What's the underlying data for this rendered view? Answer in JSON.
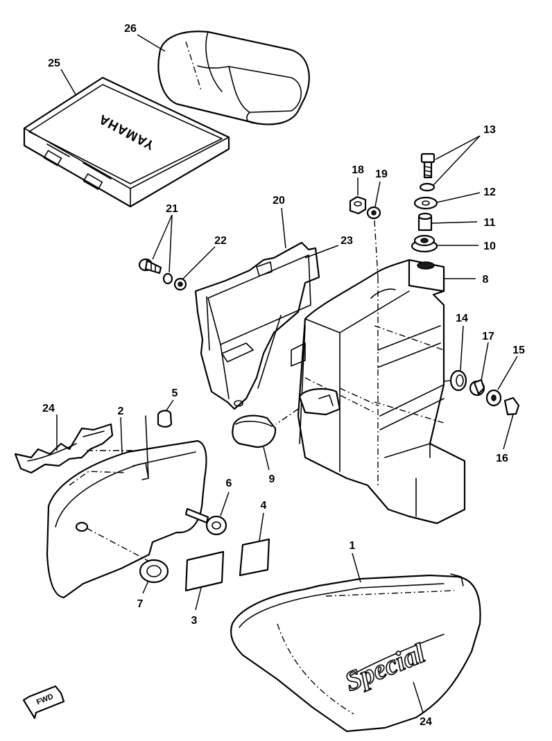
{
  "callouts": {
    "c1": "1",
    "c2": "2",
    "c3": "3",
    "c4": "4",
    "c5": "5",
    "c6": "6",
    "c7": "7",
    "c8": "8",
    "c9": "9",
    "c10": "10",
    "c11": "11",
    "c12": "12",
    "c13": "13",
    "c14": "14",
    "c15": "15",
    "c16": "16",
    "c17": "17",
    "c18": "18",
    "c19": "19",
    "c20": "20",
    "c21": "21",
    "c22": "22",
    "c23": "23",
    "c24a": "24",
    "c24b": "24",
    "c25": "25",
    "c26": "26"
  },
  "labels": {
    "brand": "YAMAHA",
    "emblem": "Special",
    "fwd": "FWD"
  }
}
